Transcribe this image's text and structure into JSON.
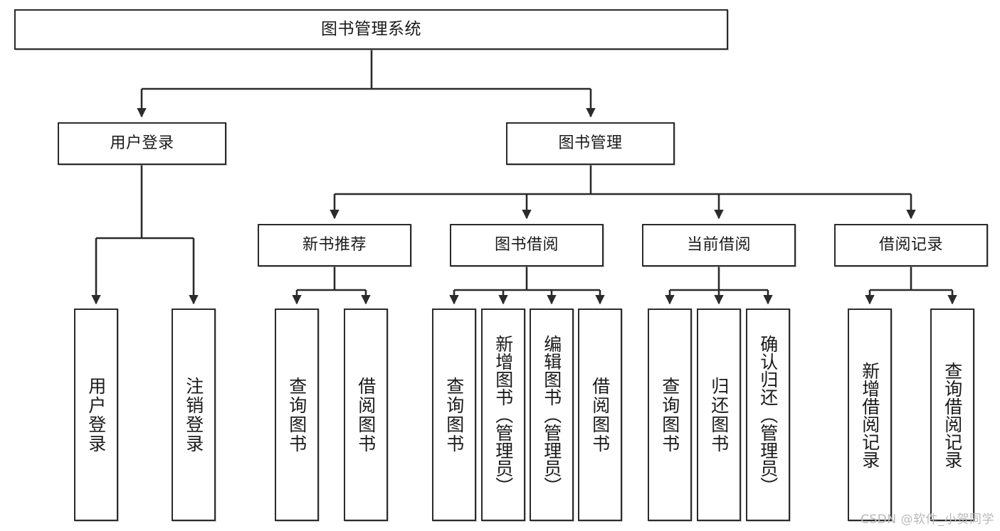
{
  "diagram": {
    "title": "图书管理系统",
    "type": "tree",
    "orientation": "top-down",
    "colors": {
      "box_border": "#2b2b2b",
      "box_fill": "#ffffff",
      "connector": "#2b2b2b",
      "text": "#1a1a1a",
      "watermark": "#b9b9b9"
    },
    "root": {
      "label": "图书管理系统"
    },
    "level2": [
      {
        "label": "用户登录"
      },
      {
        "label": "图书管理"
      }
    ],
    "level3": [
      {
        "label": "新书推荐"
      },
      {
        "label": "图书借阅"
      },
      {
        "label": "当前借阅"
      },
      {
        "label": "借阅记录"
      }
    ],
    "leaves": {
      "user_login": [
        {
          "label": "用户登录"
        },
        {
          "label": "注销登录"
        }
      ],
      "new_book_recommend": [
        {
          "label": "查询图书"
        },
        {
          "label": "借阅图书"
        }
      ],
      "book_borrow": [
        {
          "label": "查询图书"
        },
        {
          "label": "新增图书（管理员）"
        },
        {
          "label": "编辑图书（管理员）"
        },
        {
          "label": "借阅图书"
        }
      ],
      "current_borrow": [
        {
          "label": "查询图书"
        },
        {
          "label": "归还图书"
        },
        {
          "label": "确认归还（管理员）"
        }
      ],
      "borrow_record": [
        {
          "label": "新增借阅记录"
        },
        {
          "label": "查询借阅记录"
        }
      ]
    }
  },
  "watermark": {
    "text": "CSDN @软件_小贺同学"
  }
}
